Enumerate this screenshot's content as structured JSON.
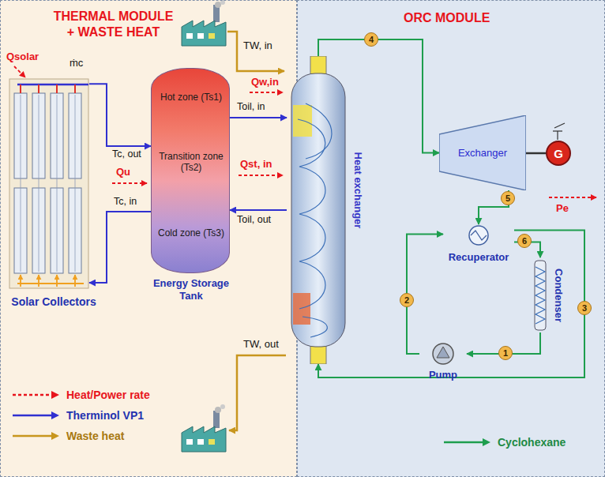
{
  "diagram": {
    "nodes": [
      {
        "text": [
          "THERMAL MODULE + WASTE HEAT"
        ]
      },
      {
        "text": [
          "Solar Collectors"
        ],
        "in": 0
      },
      {
        "text": [
          "Energy Storage Tank"
        ],
        "in": 0
      },
      {
        "text": [
          "Hot zone (Ts1)"
        ],
        "in": 2
      },
      {
        "text": [
          "Transition zone (Ts2)"
        ],
        "in": 2
      },
      {
        "text": [
          "Cold zone (Ts3)"
        ],
        "in": 2
      },
      {
        "text": [
          "ORC MODULE"
        ]
      },
      {
        "text": [
          "Heat exchanger"
        ],
        "in": 6
      },
      {
        "text": [
          "Exchanger"
        ],
        "in": 6
      },
      {
        "text": [
          "G"
        ],
        "in": 6
      },
      {
        "text": [
          "Recuperator"
        ],
        "in": 6
      },
      {
        "text": [
          "Condenser"
        ],
        "in": 6
      },
      {
        "text": [
          "Pump"
        ],
        "in": 6
      }
    ],
    "edges": [
      {
        "from": 1,
        "to": 2,
        "arrow": "to",
        "label": "Tc, out"
      },
      {
        "from": 2,
        "to": 1,
        "arrow": "to",
        "label": "Tc, in"
      },
      {
        "from": 2,
        "to": 7,
        "arrow": "to",
        "label": "Toil, in"
      },
      {
        "from": 7,
        "to": 2,
        "arrow": "to",
        "label": "Toil, out"
      },
      {
        "from": 7,
        "to": 8,
        "arrow": "to",
        "label": "4"
      },
      {
        "from": 8,
        "to": 10,
        "arrow": "to",
        "label": "5"
      },
      {
        "from": 10,
        "to": 11,
        "arrow": "to",
        "label": "6"
      },
      {
        "from": 11,
        "to": 12,
        "arrow": "to",
        "label": "1"
      },
      {
        "from": 12,
        "to": 10,
        "arrow": "to",
        "label": "2"
      },
      {
        "from": 10,
        "to": 7,
        "arrow": "to",
        "label": "3"
      },
      {
        "from": 8,
        "to": 9,
        "arrow": "none"
      }
    ],
    "labels": [
      "Qsolar",
      "ṁc",
      "Qu",
      "TW, in",
      "Qw,in",
      "Qst, in",
      "TW, out",
      "Pe"
    ],
    "legend": [
      {
        "text": "Heat/Power rate"
      },
      {
        "text": "Therminol VP1"
      },
      {
        "text": "Waste heat"
      },
      {
        "text": "Cyclohexane"
      }
    ]
  }
}
